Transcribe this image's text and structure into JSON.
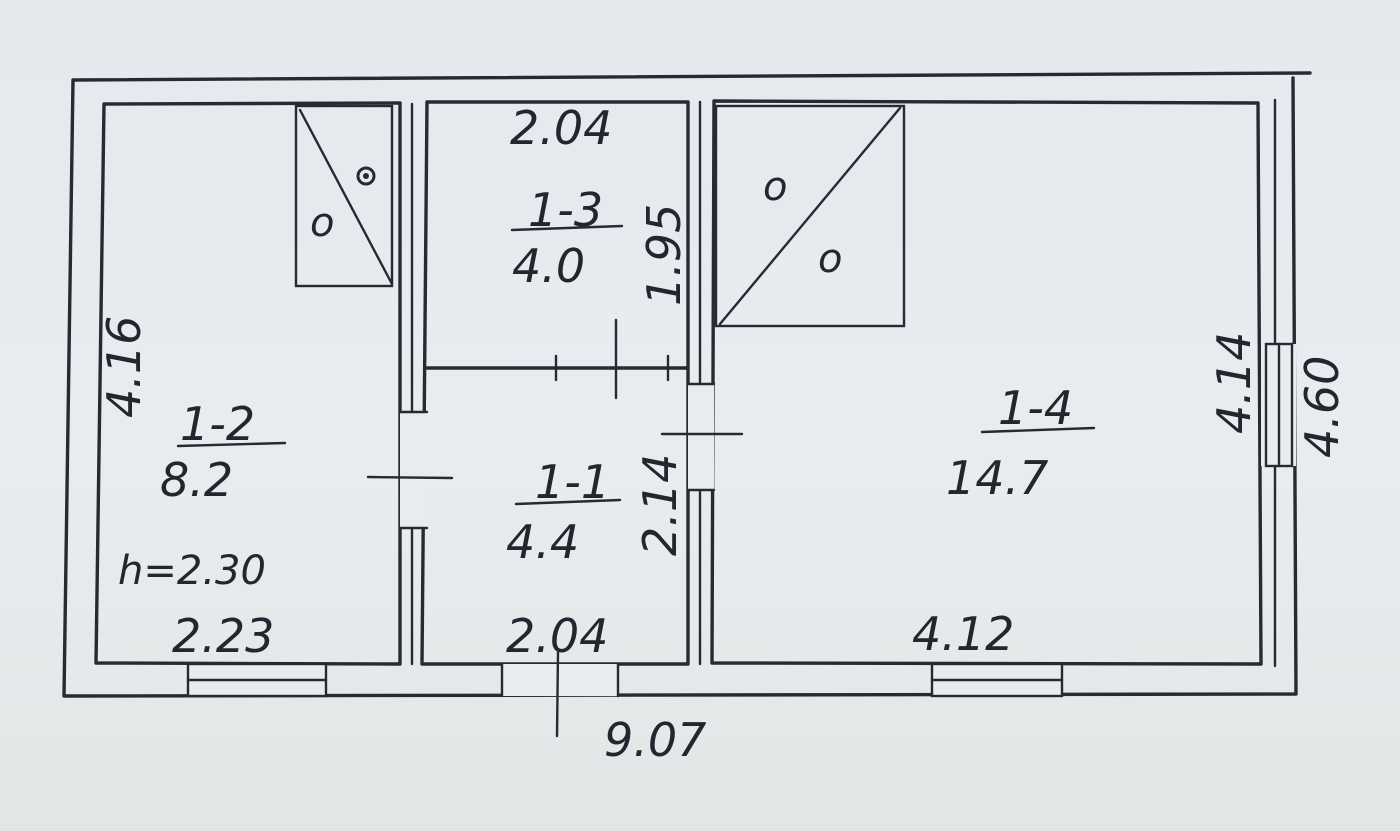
{
  "rooms": [
    {
      "id": "1-2",
      "area": "8.2",
      "width_label": "2.23",
      "height_label": "4.16",
      "ceiling_label": "h=2.30"
    },
    {
      "id": "1-3",
      "area": "4.0",
      "width_label": "2.04",
      "height_label": "1.95"
    },
    {
      "id": "1-1",
      "area": "4.4",
      "width_label": "2.04",
      "height_label": "2.14"
    },
    {
      "id": "1-4",
      "area": "14.7",
      "width_label": "4.12",
      "height_label": "4.14"
    }
  ],
  "overall": {
    "length_label": "9.07",
    "depth_label": "4.60"
  },
  "fixtures": {
    "stove_left": "o",
    "stove_right": "o"
  },
  "colors": {
    "ink": "#262a33",
    "paper": "#e6eaee"
  }
}
